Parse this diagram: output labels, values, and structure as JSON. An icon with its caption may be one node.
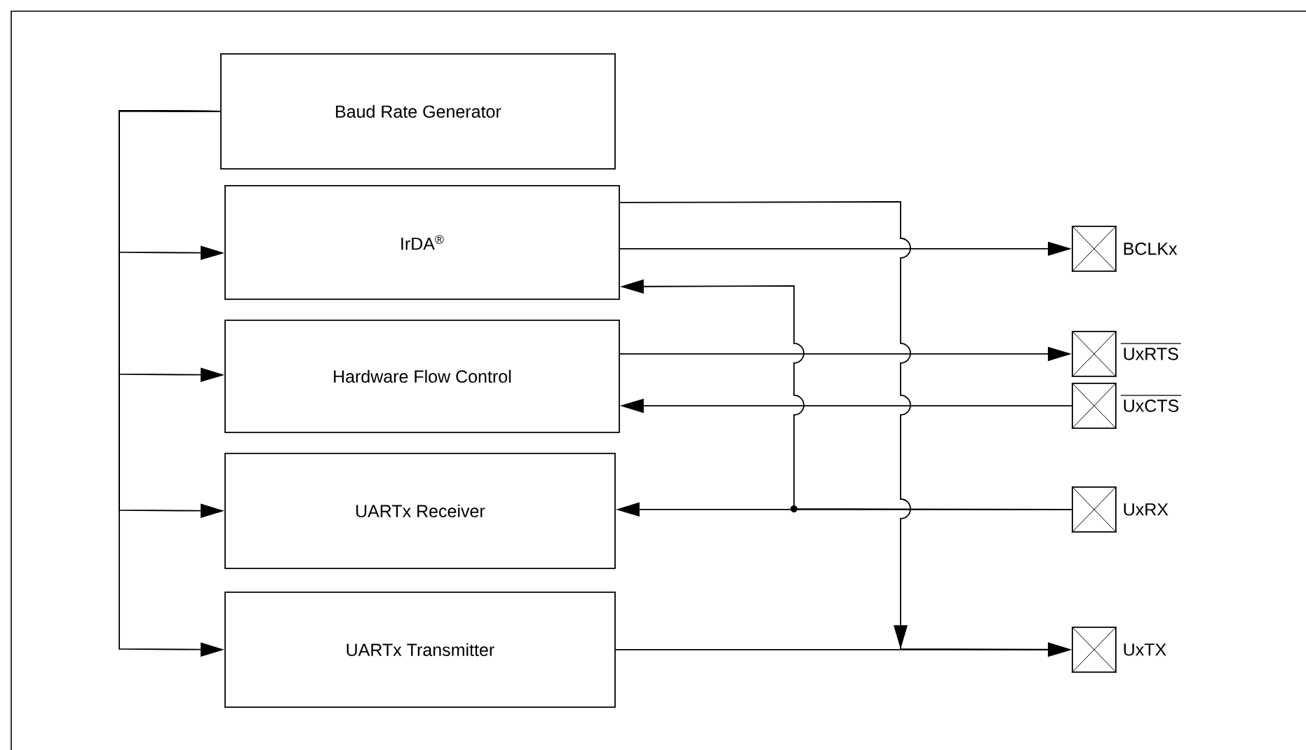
{
  "diagram": {
    "nodes": [
      {
        "text": [
          "Baud Rate Generator"
        ]
      },
      {
        "text": [
          "IrDA$^{®}$"
        ]
      },
      {
        "text": [
          "Hardware Flow Control"
        ]
      },
      {
        "text": [
          "UARTx Receiver"
        ]
      },
      {
        "text": [
          "UARTx Transmitter"
        ]
      },
      {
        "text": [],
        "shape": "box",
        "beside": [
          "BCLKx"
        ]
      },
      {
        "text": [],
        "shape": "box",
        "beside": [
          "UxRTS"
        ]
      },
      {
        "text": [],
        "shape": "box",
        "beside": [
          "UxCTS"
        ]
      },
      {
        "text": [],
        "shape": "box",
        "beside": [
          "UxRX"
        ]
      },
      {
        "text": [],
        "shape": "box",
        "beside": [
          "UxTX"
        ]
      }
    ],
    "edges": [
      {
        "from": 0,
        "to": 1,
        "arrow": "to"
      },
      {
        "from": 0,
        "to": 2,
        "arrow": "to"
      },
      {
        "from": 0,
        "to": 3,
        "arrow": "to"
      },
      {
        "from": 0,
        "to": 4,
        "arrow": "to"
      },
      {
        "from": 1,
        "to": 9,
        "arrow": "to"
      },
      {
        "from": 1,
        "to": 5,
        "arrow": "to"
      },
      {
        "from": 8,
        "to": 1,
        "arrow": "to"
      },
      {
        "from": 2,
        "to": 6,
        "arrow": "to"
      },
      {
        "from": 7,
        "to": 2,
        "arrow": "to"
      },
      {
        "from": 8,
        "to": 3,
        "arrow": "to"
      },
      {
        "from": 4,
        "to": 9,
        "arrow": "to"
      }
    ]
  }
}
